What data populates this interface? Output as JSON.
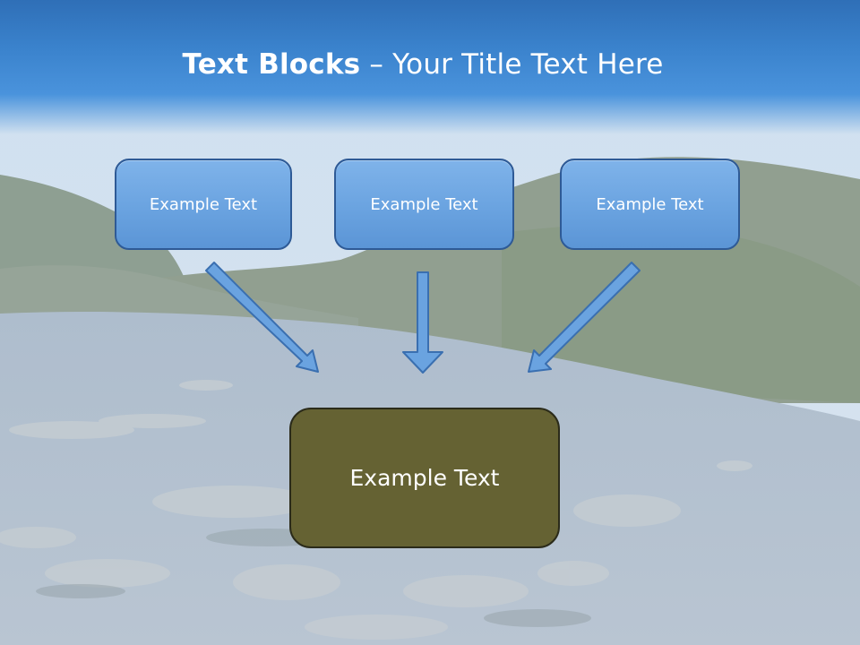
{
  "title": {
    "bold_part": "Text Blocks",
    "rest_part": " – Your Title Text Here"
  },
  "boxes": {
    "top_left": "Example Text",
    "top_middle": "Example Text",
    "top_right": "Example Text",
    "center": "Example Text"
  },
  "colors": {
    "title_band": "#3a82cc",
    "top_box_fill": "#6aa3e0",
    "top_box_border": "#2e5a96",
    "center_box_fill": "#656233",
    "arrow_fill": "#6aa3e0",
    "arrow_border": "#3a6fb0"
  }
}
